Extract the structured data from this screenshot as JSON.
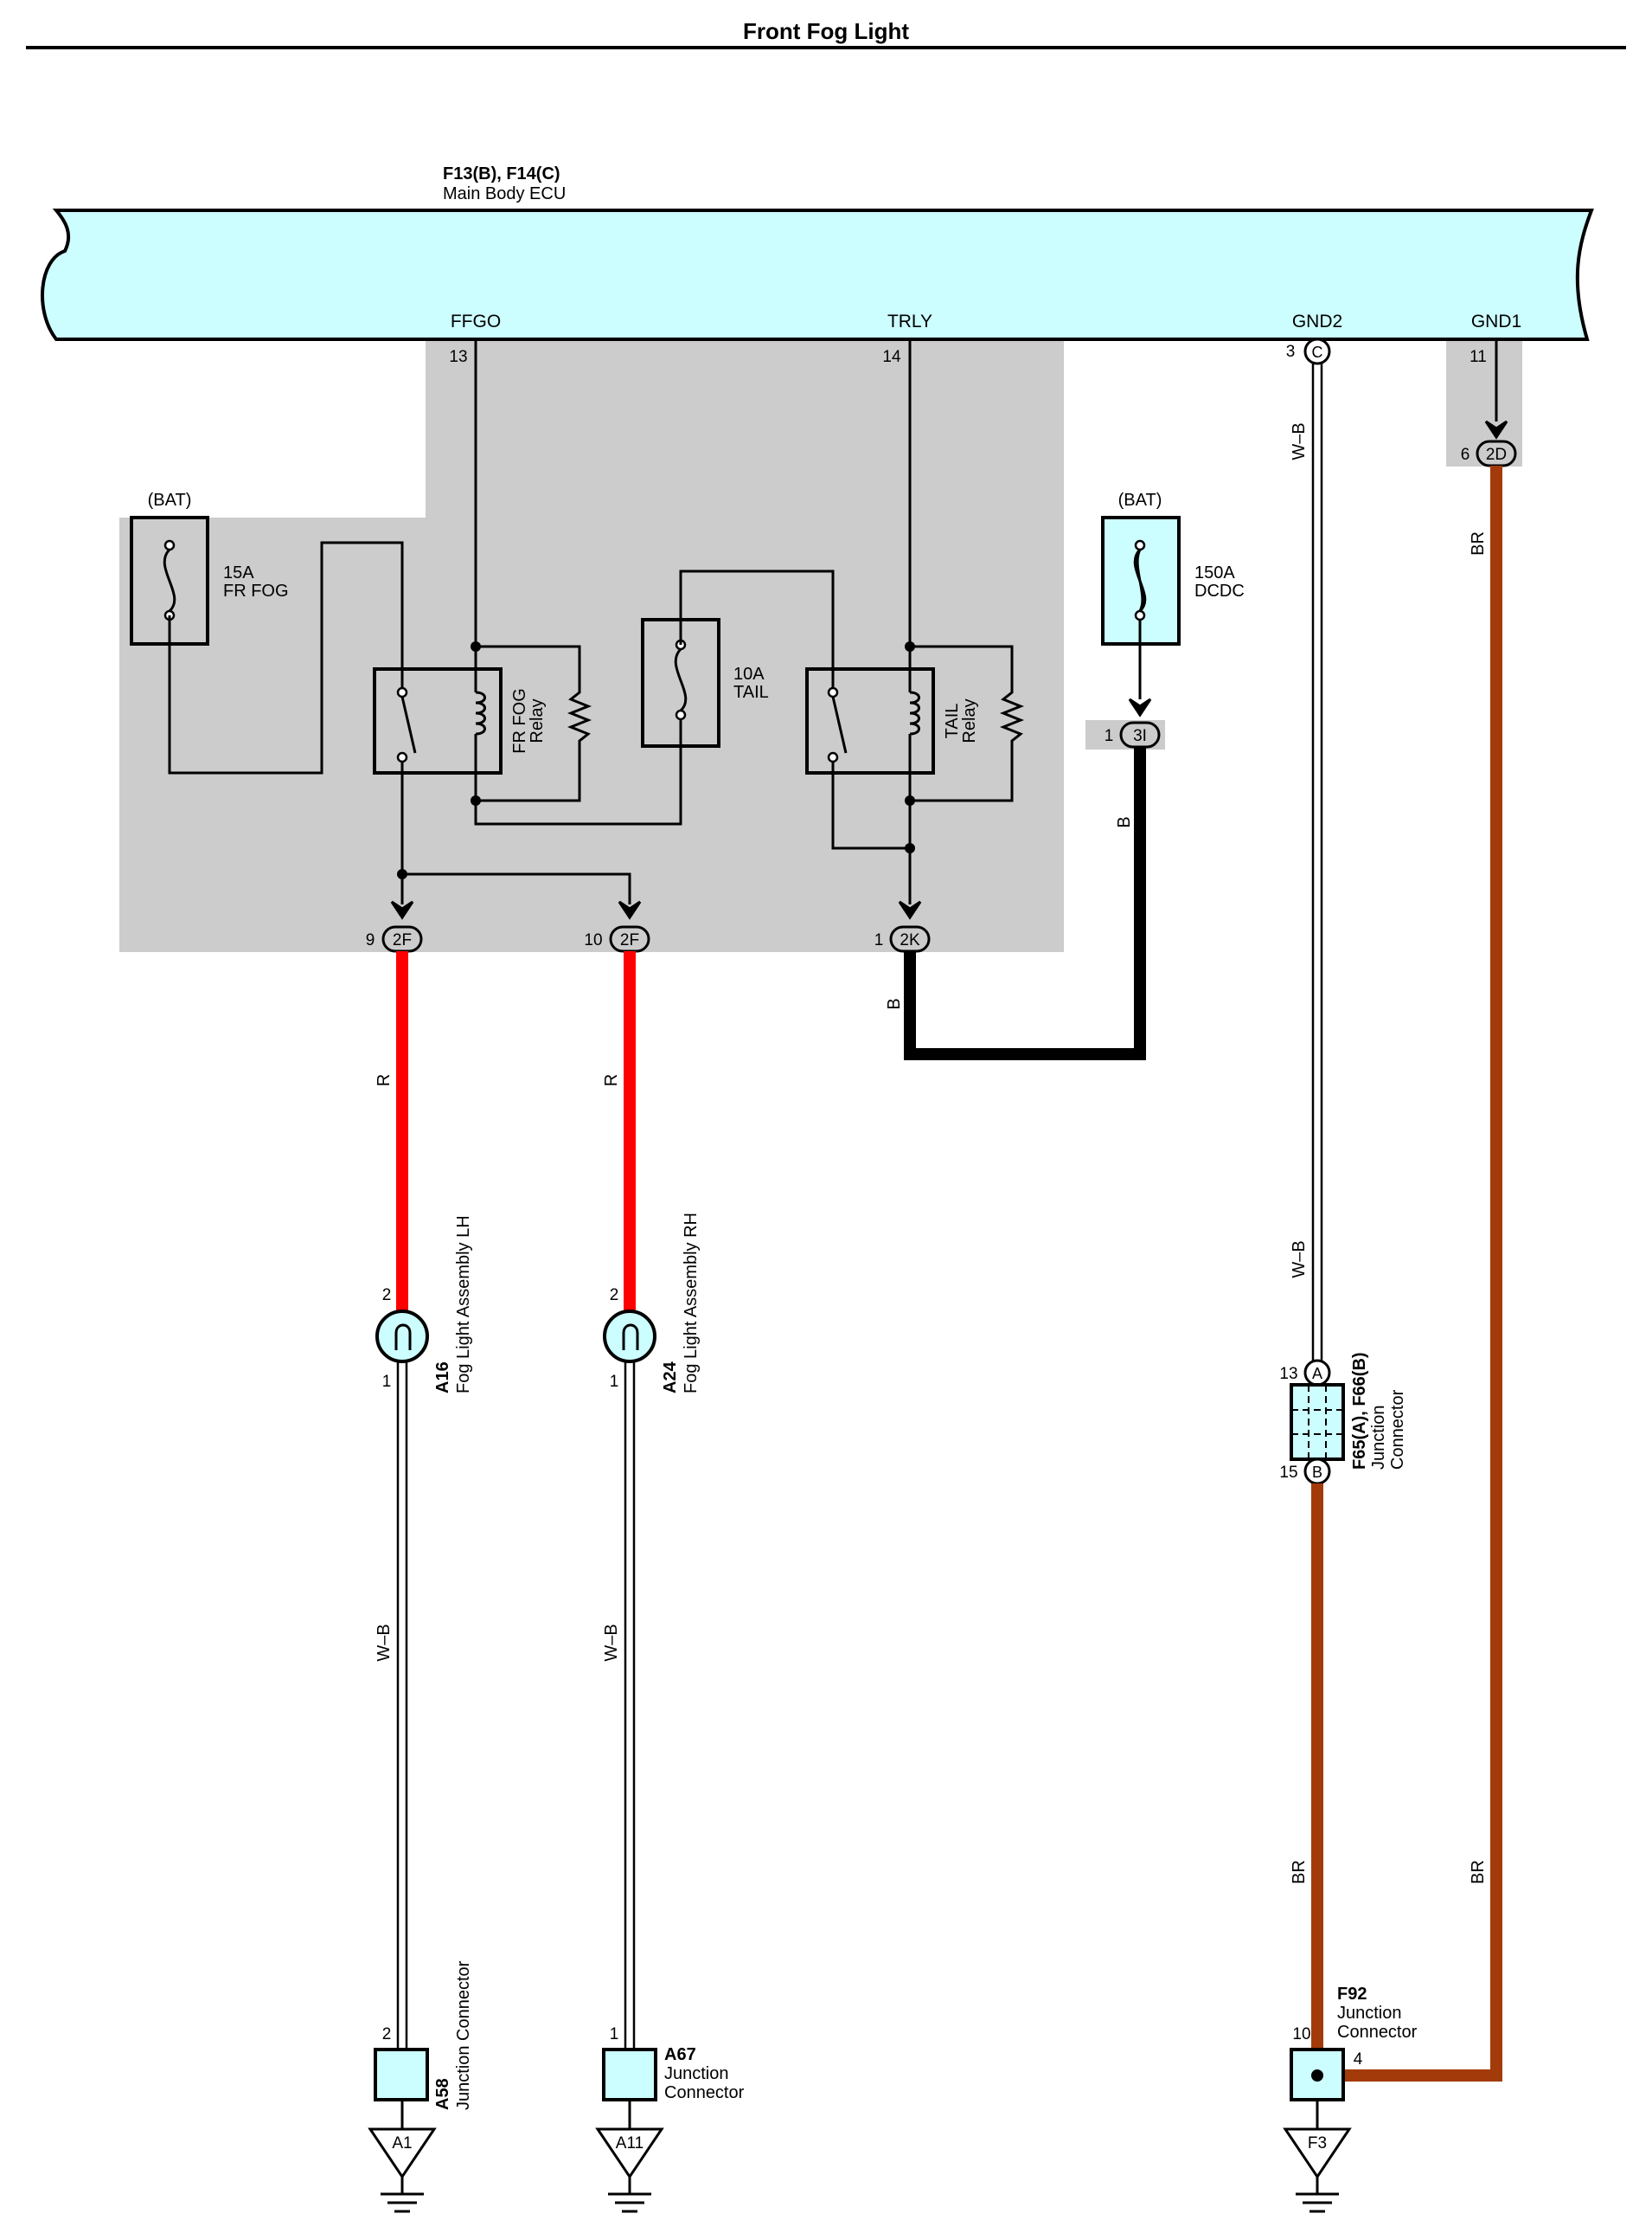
{
  "title": "Front Fog Light",
  "ecu": {
    "codes": "F13(B), F14(C)",
    "name": "Main Body ECU"
  },
  "ecu_terminals": {
    "ffgo": {
      "name": "FFGO",
      "pin": "13"
    },
    "trly": {
      "name": "TRLY",
      "pin": "14"
    },
    "gnd2": {
      "name": "GND2",
      "pin": "3",
      "conn": "C"
    },
    "gnd1": {
      "name": "GND1",
      "pin": "11"
    }
  },
  "bat_label": "(BAT)",
  "fuses": {
    "fr_fog": {
      "rating": "15A",
      "name": "FR FOG"
    },
    "tail": {
      "rating": "10A",
      "name": "TAIL"
    },
    "dcdc": {
      "rating": "150A",
      "name": "DCDC"
    }
  },
  "relays": {
    "fr_fog": {
      "line1": "FR FOG",
      "line2": "Relay"
    },
    "tail": {
      "line1": "TAIL",
      "line2": "Relay"
    }
  },
  "junction_pins": {
    "p2f_9": {
      "pin": "9",
      "conn": "2F"
    },
    "p2f_10": {
      "pin": "10",
      "conn": "2F"
    },
    "p2k_1": {
      "pin": "1",
      "conn": "2K"
    },
    "p3i_1": {
      "pin": "1",
      "conn": "3I"
    },
    "p2d_6": {
      "pin": "6",
      "conn": "2D"
    }
  },
  "wire_colors": {
    "r": "R",
    "b": "B",
    "wb": "W–B",
    "br": "BR"
  },
  "fog_lights": {
    "lh": {
      "code": "A16",
      "name": "Fog Light Assembly LH",
      "pin_top": "2",
      "pin_bottom": "1"
    },
    "rh": {
      "code": "A24",
      "name": "Fog Light Assembly RH",
      "pin_top": "2",
      "pin_bottom": "1"
    }
  },
  "junction_connectors": {
    "a58": {
      "code": "A58",
      "name": "Junction Connector",
      "pin": "2"
    },
    "a67": {
      "code": "A67",
      "line1": "Junction",
      "line2": "Connector",
      "pin": "1"
    },
    "f65": {
      "code": "F65(A), F66(B)",
      "line1": "Junction",
      "line2": "Connector",
      "pin_a": "13",
      "conn_a": "A",
      "pin_b": "15",
      "conn_b": "B"
    },
    "f92": {
      "code": "F92",
      "line1": "Junction",
      "line2": "Connector",
      "pin_left": "10",
      "pin_right": "4"
    }
  },
  "grounds": {
    "a1": "A1",
    "a11": "A11",
    "f3": "F3"
  },
  "colors": {
    "ecu_fill": "#ccfdff",
    "shade": "#cccccc",
    "wire_red": "#ff0000",
    "wire_brown": "#a33a0a",
    "wire_black": "#000000",
    "component_fill": "#ccfdff"
  }
}
